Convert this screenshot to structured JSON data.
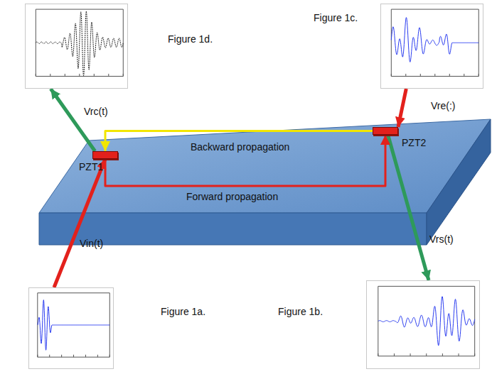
{
  "diagram": {
    "nodes": [
      {
        "text": [
          "Figure 1d."
        ]
      },
      {
        "text": [
          "Figure 1c."
        ]
      },
      {
        "text": [
          "PZT1"
        ]
      },
      {
        "text": [
          "PZT2"
        ]
      },
      {
        "text": [
          "Figure 1a."
        ]
      },
      {
        "text": [
          "Figure 1b."
        ]
      }
    ],
    "edges": [
      {
        "from": 2,
        "to": 0,
        "label": "Vrc(t)",
        "arrow": "to"
      },
      {
        "from": 1,
        "to": 3,
        "label": "Vre(:)",
        "arrow": "to"
      },
      {
        "from": 4,
        "to": 2,
        "label": "Vin(t)",
        "arrow": "to"
      },
      {
        "from": 3,
        "to": 5,
        "label": "Vrs(t)",
        "arrow": "to"
      },
      {
        "from": 2,
        "to": 3,
        "label": "Forward propagation",
        "arrow": "to"
      },
      {
        "from": 3,
        "to": 2,
        "label": "Backward propagation",
        "arrow": "to"
      }
    ]
  }
}
